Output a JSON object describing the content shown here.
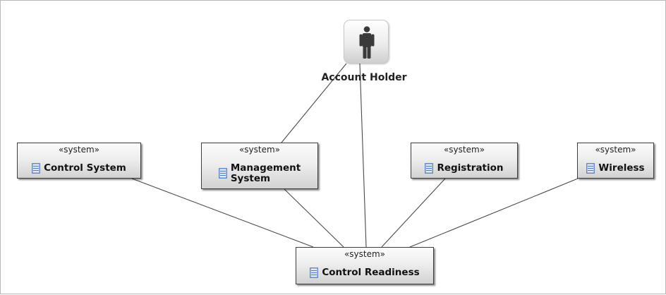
{
  "actor": {
    "name": "Account Holder",
    "icon": "actor-person-icon"
  },
  "systems": [
    {
      "id": "control-system",
      "stereotype": "«system»",
      "name": "Control System",
      "icon": "system-component-icon"
    },
    {
      "id": "management-system",
      "stereotype": "«system»",
      "name": "Management\nSystem",
      "icon": "system-component-icon"
    },
    {
      "id": "registration",
      "stereotype": "«system»",
      "name": "Registration",
      "icon": "system-component-icon"
    },
    {
      "id": "wireless",
      "stereotype": "«system»",
      "name": "Wireless",
      "icon": "system-component-icon"
    },
    {
      "id": "control-readiness",
      "stereotype": "«system»",
      "name": "Control Readiness",
      "icon": "system-component-icon"
    }
  ],
  "connections": [
    {
      "from": "account-holder",
      "to": "management-system"
    },
    {
      "from": "account-holder",
      "to": "control-readiness"
    },
    {
      "from": "control-system",
      "to": "control-readiness"
    },
    {
      "from": "management-system",
      "to": "control-readiness"
    },
    {
      "from": "registration",
      "to": "control-readiness"
    },
    {
      "from": "wireless",
      "to": "control-readiness"
    }
  ],
  "colors": {
    "node_border": "#3c3c3c",
    "edge": "#4a4a4a",
    "icon_fill": "#dfe8f7",
    "icon_stroke": "#4a78c2",
    "actor_figure": "#3a3a3a"
  }
}
